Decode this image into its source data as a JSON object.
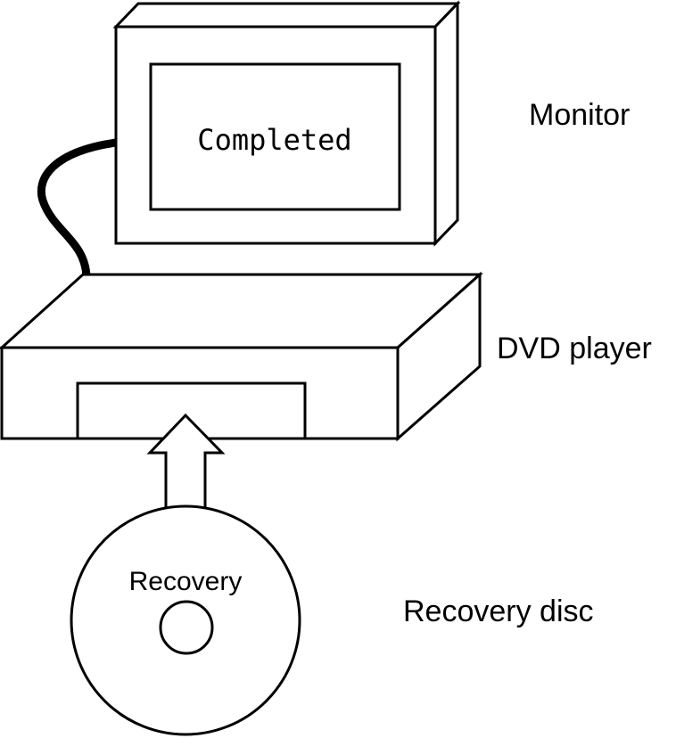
{
  "labels": {
    "monitor": "Monitor",
    "dvd_player": "DVD player",
    "recovery_disc": "Recovery disc"
  },
  "monitor_screen": {
    "text": "Completed"
  },
  "disc": {
    "text": "Recovery"
  },
  "colors": {
    "line": "#000000",
    "background": "#ffffff"
  }
}
